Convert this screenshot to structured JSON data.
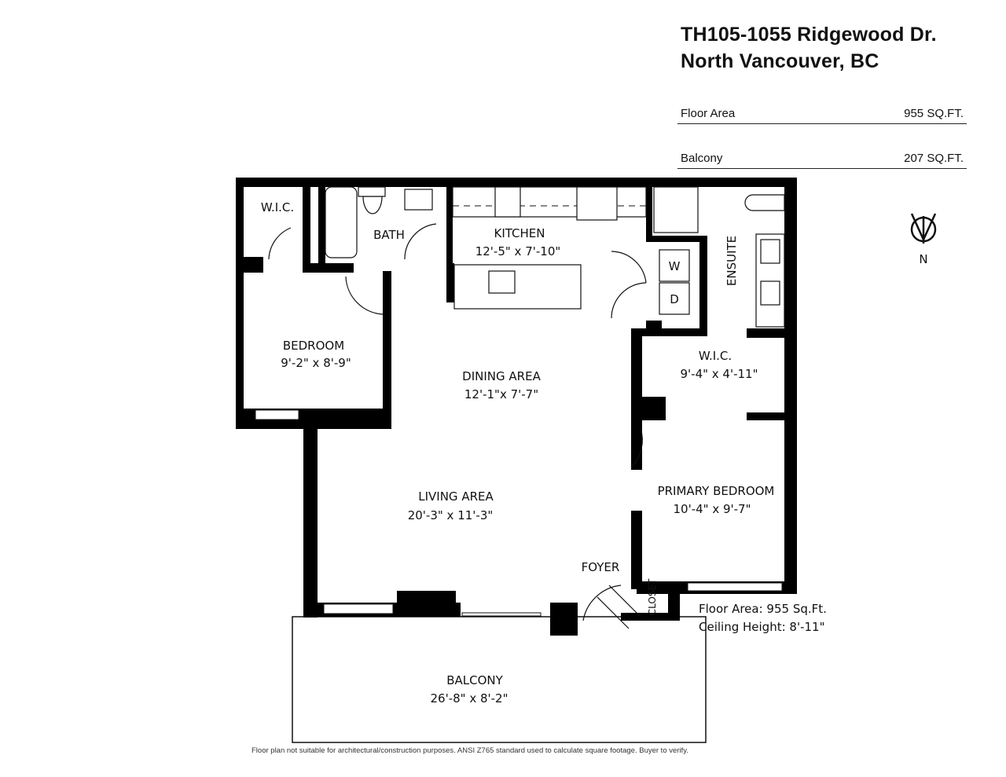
{
  "header": {
    "address_line1": "TH105-1055 Ridgewood Dr.",
    "address_line2": "North Vancouver, BC"
  },
  "summary": [
    {
      "label": "Floor Area",
      "value": "955 SQ.FT."
    },
    {
      "label": "Balcony",
      "value": "207 SQ.FT."
    }
  ],
  "rooms": {
    "wic1": {
      "name": "W.I.C."
    },
    "bath": {
      "name": "BATH"
    },
    "kitchen": {
      "name": "KITCHEN",
      "dims": "12'-5\" x 7'-10\""
    },
    "ensuite": {
      "name": "ENSUITE"
    },
    "bedroom": {
      "name": "BEDROOM",
      "dims": "9'-2\" x 8'-9\""
    },
    "dining": {
      "name": "DINING AREA",
      "dims": "12'-1\"x 7'-7\""
    },
    "wic2": {
      "name": "W.I.C.",
      "dims": "9'-4\" x 4'-11\""
    },
    "living": {
      "name": "LIVING AREA",
      "dims": "20'-3\"   x 11'-3\""
    },
    "primary": {
      "name": "PRIMARY BEDROOM",
      "dims": "10'-4\" x 9'-7\""
    },
    "foyer": {
      "name": "FOYER"
    },
    "closet": {
      "name": "CLOSET"
    },
    "balcony": {
      "name": "BALCONY",
      "dims": "26'-8\"  x 8'-2\""
    }
  },
  "appliances": {
    "washer": "W",
    "dryer": "D"
  },
  "compass": {
    "label": "N",
    "icon": "north-arrow-icon"
  },
  "notes": {
    "floor_area": "Floor Area: 955 Sq.Ft.",
    "ceiling_height": "Ceiling Height: 8'-11\""
  },
  "disclaimer": "Floor plan not suitable for architectural/construction purposes. ANSI Z765 standard used to calculate square footage. Buyer to verify."
}
